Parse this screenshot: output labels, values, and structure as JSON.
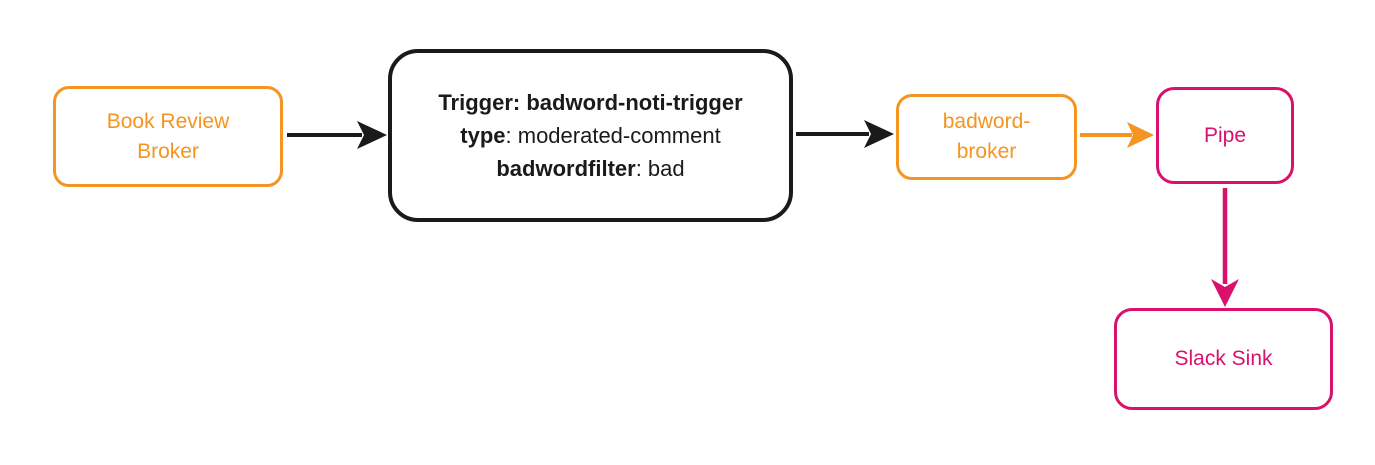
{
  "diagram": {
    "colors": {
      "orange": "#F59420",
      "pink": "#DB106C",
      "black": "#1A1A1A",
      "background": "#FFFFFF"
    },
    "nodes": {
      "book_review_broker": {
        "label": "Book Review\nBroker",
        "color": "#F59420"
      },
      "trigger": {
        "line1": "Trigger: badword-noti-trigger",
        "line2_key": "type",
        "line2_value": ": moderated-comment",
        "line3_key": "badwordfilter",
        "line3_value": ": bad",
        "color": "#1A1A1A"
      },
      "badword_broker": {
        "label": "badword-\nbroker",
        "color": "#F59420"
      },
      "pipe": {
        "label": "Pipe",
        "color": "#DB106C"
      },
      "slack_sink": {
        "label": "Slack Sink",
        "color": "#DB106C"
      }
    },
    "edges": [
      {
        "from": "book_review_broker",
        "to": "trigger",
        "color": "#1A1A1A"
      },
      {
        "from": "trigger",
        "to": "badword_broker",
        "color": "#1A1A1A"
      },
      {
        "from": "badword_broker",
        "to": "pipe",
        "color": "#F59420"
      },
      {
        "from": "pipe",
        "to": "slack_sink",
        "color": "#DB106C"
      }
    ]
  }
}
